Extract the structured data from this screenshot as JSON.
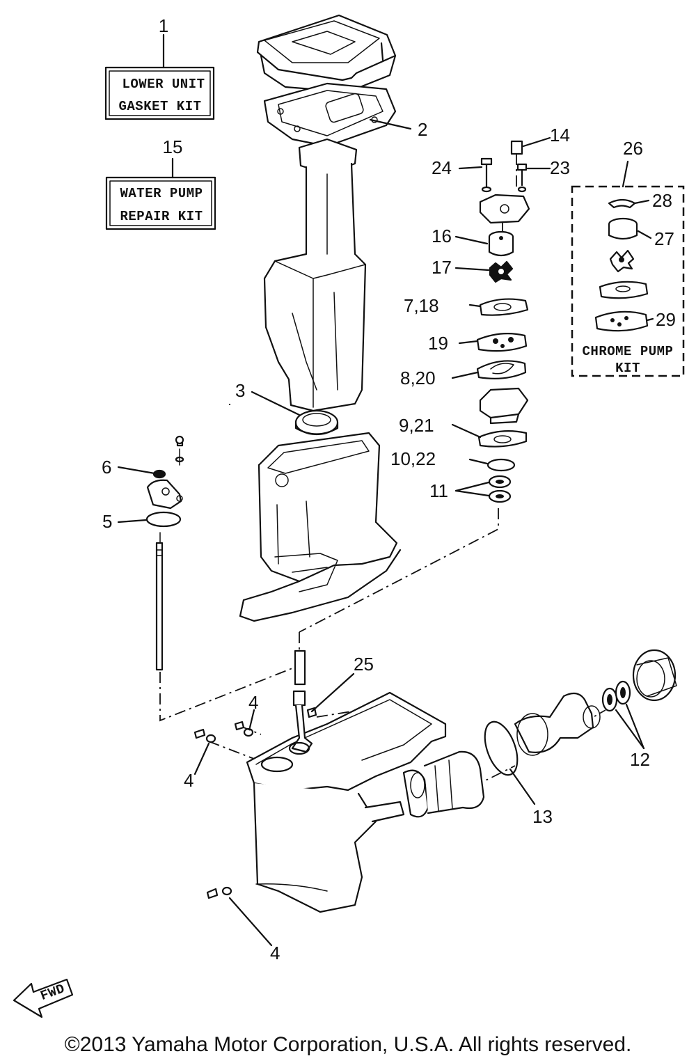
{
  "callouts": {
    "c1": "1",
    "c2": "2",
    "c3": "3",
    "c4a": "4",
    "c4b": "4",
    "c4c": "4",
    "c5": "5",
    "c6": "6",
    "c7_18": "7,18",
    "c8_20": "8,20",
    "c9_21": "9,21",
    "c10_22": "10,22",
    "c11": "11",
    "c12": "12",
    "c13": "13",
    "c14": "14",
    "c15": "15",
    "c16": "16",
    "c17": "17",
    "c19": "19",
    "c23": "23",
    "c24": "24",
    "c25": "25",
    "c26": "26",
    "c27": "27",
    "c28": "28",
    "c29": "29"
  },
  "kits": {
    "lower_unit_line1": "LOWER UNIT",
    "lower_unit_line2": "GASKET KIT",
    "water_pump_line1": "WATER PUMP",
    "water_pump_line2": "REPAIR KIT",
    "chrome_pump_line1": "CHROME PUMP",
    "chrome_pump_line2": "KIT"
  },
  "fwd_label": "FWD",
  "copyright": "©2013 Yamaha Motor Corporation, U.S.A. All rights reserved."
}
